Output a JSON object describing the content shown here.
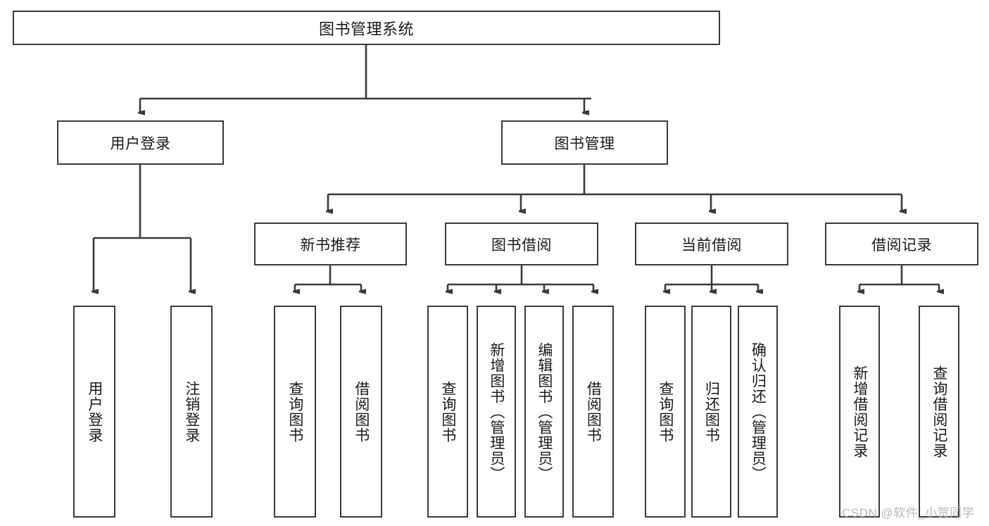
{
  "diagram": {
    "title": "图书管理系统",
    "type": "hierarchy-tree",
    "watermark": "CSDN @软件_小贺同学",
    "style": {
      "box_border_color": "#3a3a3a",
      "box_fill_color": "#ffffff",
      "line_color": "#3a3a3a",
      "text_color": "#1a1a1a",
      "background": "#ffffff",
      "watermark_color": "#b9b9b9"
    },
    "nodes": {
      "root": {
        "label": "图书管理系统",
        "level": 1
      },
      "user_login": {
        "label": "用户登录",
        "level": 2
      },
      "book_manage": {
        "label": "图书管理",
        "level": 2
      },
      "new_book_rec": {
        "label": "新书推荐",
        "level": 3
      },
      "book_borrow": {
        "label": "图书借阅",
        "level": 3
      },
      "current_borrow": {
        "label": "当前借阅",
        "level": 3
      },
      "borrow_record": {
        "label": "借阅记录",
        "level": 3
      },
      "leaf_user_login": {
        "label": "用户登录",
        "level": 3
      },
      "leaf_logout": {
        "label": "注销登录",
        "level": 3
      },
      "leaf_query_book_1": {
        "label": "查询图书",
        "level": 4
      },
      "leaf_borrow_book_1": {
        "label": "借阅图书",
        "level": 4
      },
      "leaf_query_book_2": {
        "label": "查询图书",
        "level": 4
      },
      "leaf_add_book": {
        "label": "新增图书（管理员）",
        "level": 4
      },
      "leaf_edit_book": {
        "label": "编辑图书（管理员）",
        "level": 4
      },
      "leaf_borrow_book_2": {
        "label": "借阅图书",
        "level": 4
      },
      "leaf_query_book_3": {
        "label": "查询图书",
        "level": 4
      },
      "leaf_return_book": {
        "label": "归还图书",
        "level": 4
      },
      "leaf_confirm_return": {
        "label": "确认归还（管理员）",
        "level": 4
      },
      "leaf_add_record": {
        "label": "新增借阅记录",
        "level": 4
      },
      "leaf_query_record": {
        "label": "查询借阅记录",
        "level": 4
      }
    },
    "edges": [
      {
        "from": "root",
        "to": "user_login"
      },
      {
        "from": "root",
        "to": "book_manage"
      },
      {
        "from": "user_login",
        "to": "leaf_user_login"
      },
      {
        "from": "user_login",
        "to": "leaf_logout"
      },
      {
        "from": "book_manage",
        "to": "new_book_rec"
      },
      {
        "from": "book_manage",
        "to": "book_borrow"
      },
      {
        "from": "book_manage",
        "to": "current_borrow"
      },
      {
        "from": "book_manage",
        "to": "borrow_record"
      },
      {
        "from": "new_book_rec",
        "to": "leaf_query_book_1"
      },
      {
        "from": "new_book_rec",
        "to": "leaf_borrow_book_1"
      },
      {
        "from": "book_borrow",
        "to": "leaf_query_book_2"
      },
      {
        "from": "book_borrow",
        "to": "leaf_add_book"
      },
      {
        "from": "book_borrow",
        "to": "leaf_edit_book"
      },
      {
        "from": "book_borrow",
        "to": "leaf_borrow_book_2"
      },
      {
        "from": "current_borrow",
        "to": "leaf_query_book_3"
      },
      {
        "from": "current_borrow",
        "to": "leaf_return_book"
      },
      {
        "from": "current_borrow",
        "to": "leaf_confirm_return"
      },
      {
        "from": "borrow_record",
        "to": "leaf_add_record"
      },
      {
        "from": "borrow_record",
        "to": "leaf_query_record"
      }
    ]
  }
}
